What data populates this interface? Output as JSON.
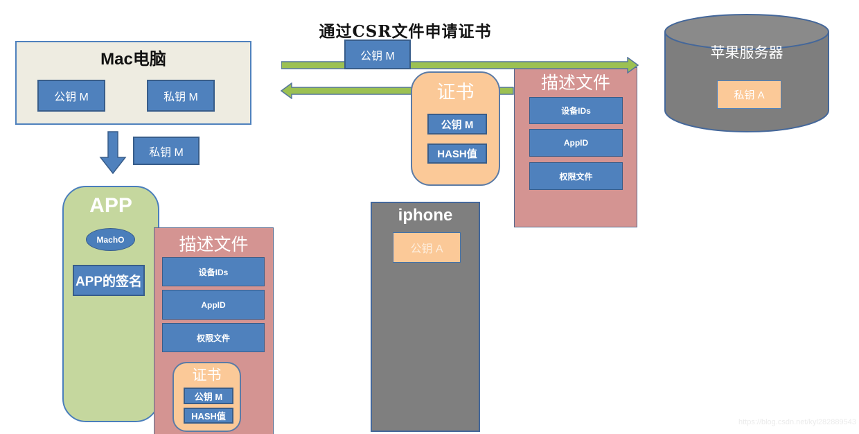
{
  "title": "通过CSR文件申请证书",
  "watermark": "https://blog.csdn.net/kyl282889543",
  "colors": {
    "blue_fill": "#4f81bd",
    "blue_border": "#385d8a",
    "pink_fill": "#d49492",
    "orange_fill": "#fbc998",
    "green_box_fill": "#c5d79e",
    "arrow_green": "#9cc152",
    "gray_fill": "#7f7f7f",
    "mac_fill": "#eeece1"
  },
  "mac": {
    "title": "Mac电脑",
    "public_key": "公钥 M",
    "private_key": "私钥 M"
  },
  "private_key_label": "私钥 M",
  "public_key_on_arrow": "公钥 M",
  "certificate_center": {
    "title": "证书",
    "public_key": "公钥 M",
    "hash": "HASH值"
  },
  "profile_server": {
    "title": "描述文件",
    "items": [
      "设备IDs",
      "AppID",
      "权限文件"
    ]
  },
  "apple_server": {
    "title": "苹果服务器",
    "private_key": "私钥 A"
  },
  "app": {
    "title": "APP",
    "macho": "MachO",
    "signature": "APP的签名"
  },
  "profile_app": {
    "title": "描述文件",
    "items": [
      "设备IDs",
      "AppID",
      "权限文件"
    ],
    "certificate": {
      "title": "证书",
      "public_key": "公钥 M",
      "hash": "HASH值"
    }
  },
  "iphone": {
    "title": "iphone",
    "public_key": "公钥 A"
  }
}
